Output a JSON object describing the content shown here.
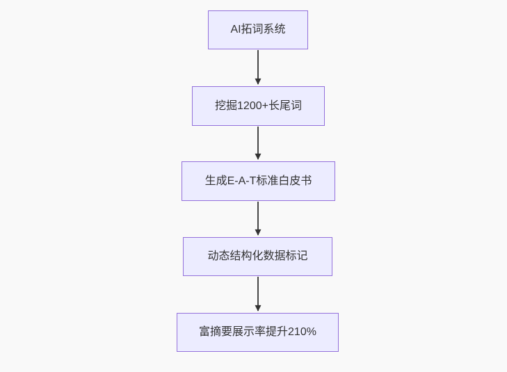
{
  "diagram": {
    "type": "flowchart",
    "direction": "top-down",
    "nodes": [
      {
        "id": "n1",
        "label": "AI拓词系统"
      },
      {
        "id": "n2",
        "label": "挖掘1200+长尾词"
      },
      {
        "id": "n3",
        "label": "生成E-A-T标准白皮书"
      },
      {
        "id": "n4",
        "label": "动态结构化数据标记"
      },
      {
        "id": "n5",
        "label": "富摘要展示率提升210%"
      }
    ],
    "edges": [
      {
        "from": "n1",
        "to": "n2"
      },
      {
        "from": "n2",
        "to": "n3"
      },
      {
        "from": "n3",
        "to": "n4"
      },
      {
        "from": "n4",
        "to": "n5"
      }
    ]
  },
  "colors": {
    "node_fill": "#ECECFF",
    "node_border": "#9370DB",
    "edge": "#333333",
    "text": "#333333",
    "background": "#f9f9f9"
  }
}
